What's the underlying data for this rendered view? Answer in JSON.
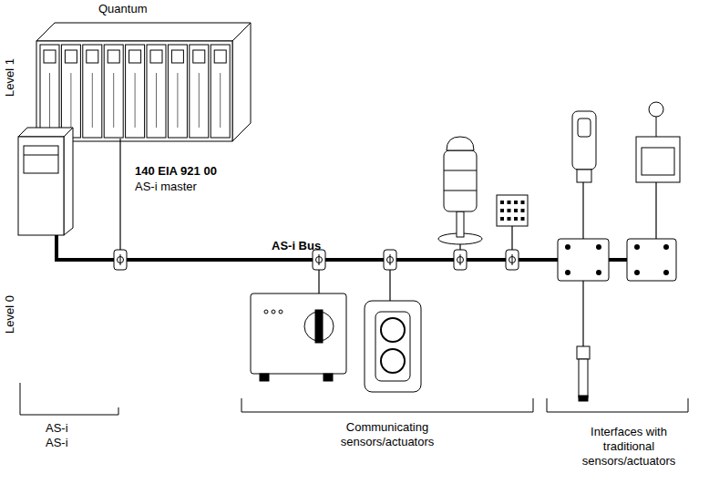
{
  "diagram": {
    "labels": [
      "Quantum",
      "Level 1",
      "140 EIA 921 00",
      "AS-i master",
      "AS-i Bus",
      "Level 0",
      "AS-i",
      "AS-i",
      "Communicating sensors/actuators",
      "Interfaces with traditional sensors/actuators"
    ]
  }
}
